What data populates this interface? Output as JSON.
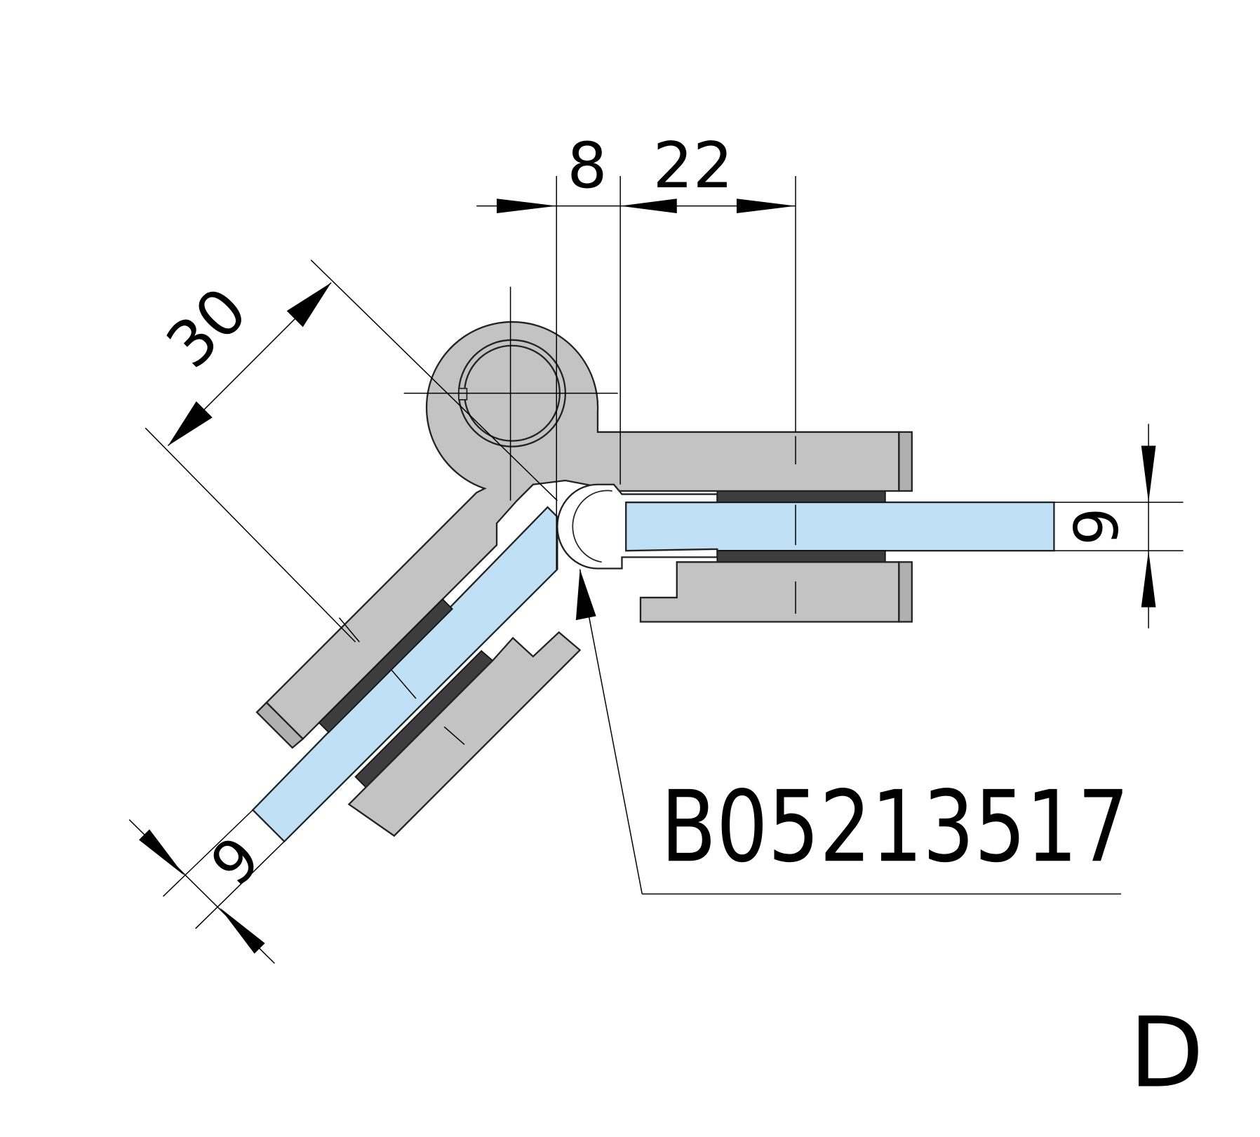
{
  "drawing": {
    "part_number": "B05213517",
    "view_label": "D",
    "dimensions": {
      "offset": "8",
      "clamp_depth": "22",
      "hinge_radius_distance": "30",
      "glass_thickness_right": "6",
      "glass_thickness_left": "6"
    },
    "colors": {
      "metal": "#c3c3c3",
      "glass": "#bfe0f5",
      "gasket": "#3d3d3d"
    }
  }
}
